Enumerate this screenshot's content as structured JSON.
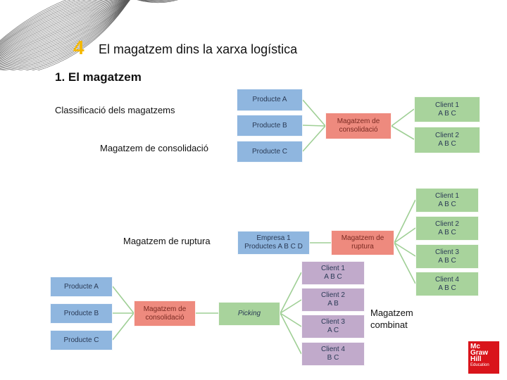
{
  "header": {
    "chapter_number": "4",
    "chapter_title": "El magatzem dins la xarxa logística",
    "section_title": "1. El magatzem",
    "subsection_title": "Classificació dels magatzems"
  },
  "labels": {
    "consolidation": "Magatzem de consolidació",
    "breakup": "Magatzem de ruptura",
    "combined": "Magatzem\ncombinat"
  },
  "diagram_consolidation": {
    "products": [
      "Producte A",
      "Producte B",
      "Producte C"
    ],
    "hub": "Magatzem de\nconsolidació",
    "clients": [
      "Client 1\nA B C",
      "Client 2\nA B C"
    ]
  },
  "diagram_breakup": {
    "source": "Empresa 1\nProductes A B C D",
    "hub": "Magatzem de\nruptura",
    "clients": [
      "Client 1\nA B C",
      "Client 2\nA B C",
      "Client 3\nA B C",
      "Client 4\nA B C"
    ]
  },
  "diagram_combined": {
    "products": [
      "Producte A",
      "Producte B",
      "Producte C"
    ],
    "hub": "Magatzem de\nconsolidació",
    "picking": "Picking",
    "clients": [
      "Client 1\nA B C",
      "Client 2\nA B",
      "Client 3\nA C",
      "Client 4\nB C"
    ]
  },
  "logo": {
    "lines": [
      "Mc",
      "Graw",
      "Hill"
    ],
    "sub": "Education"
  },
  "colors": {
    "product_box": "#8fb6df",
    "client_box": "#a8d39c",
    "hub_box": "#ee8a7e",
    "client_combined_box": "#c1aacb",
    "connector": "#9fcf95",
    "chapter_accent": "#f5b800",
    "brand": "#d9141b"
  }
}
